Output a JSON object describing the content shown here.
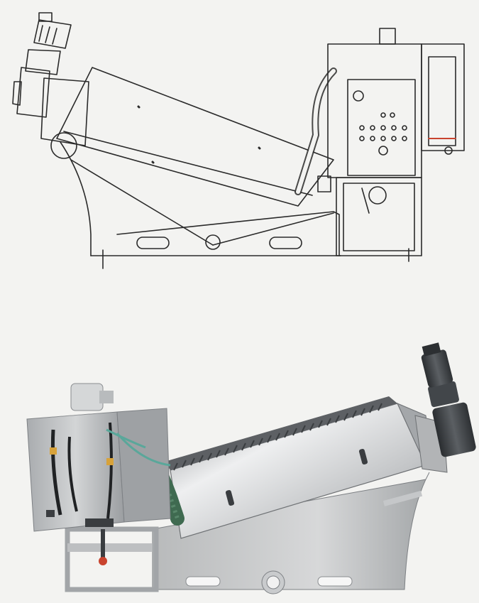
{
  "figure": {
    "panels": [
      {
        "kind": "line-drawing",
        "subject": "screw-press-dewatering-machine"
      },
      {
        "kind": "photograph",
        "subject": "screw-press-dewatering-machine"
      }
    ]
  },
  "colors": {
    "background": "#f3f3f1",
    "line": "#2a2a2a",
    "steel_light": "#d9dadb",
    "steel_mid": "#b4b6b8",
    "steel_dark": "#7d8084",
    "motor": "#3e4246",
    "cable_green": "#5aa79a",
    "hose_green": "#3f6a50",
    "accent_red": "#c9432e"
  }
}
